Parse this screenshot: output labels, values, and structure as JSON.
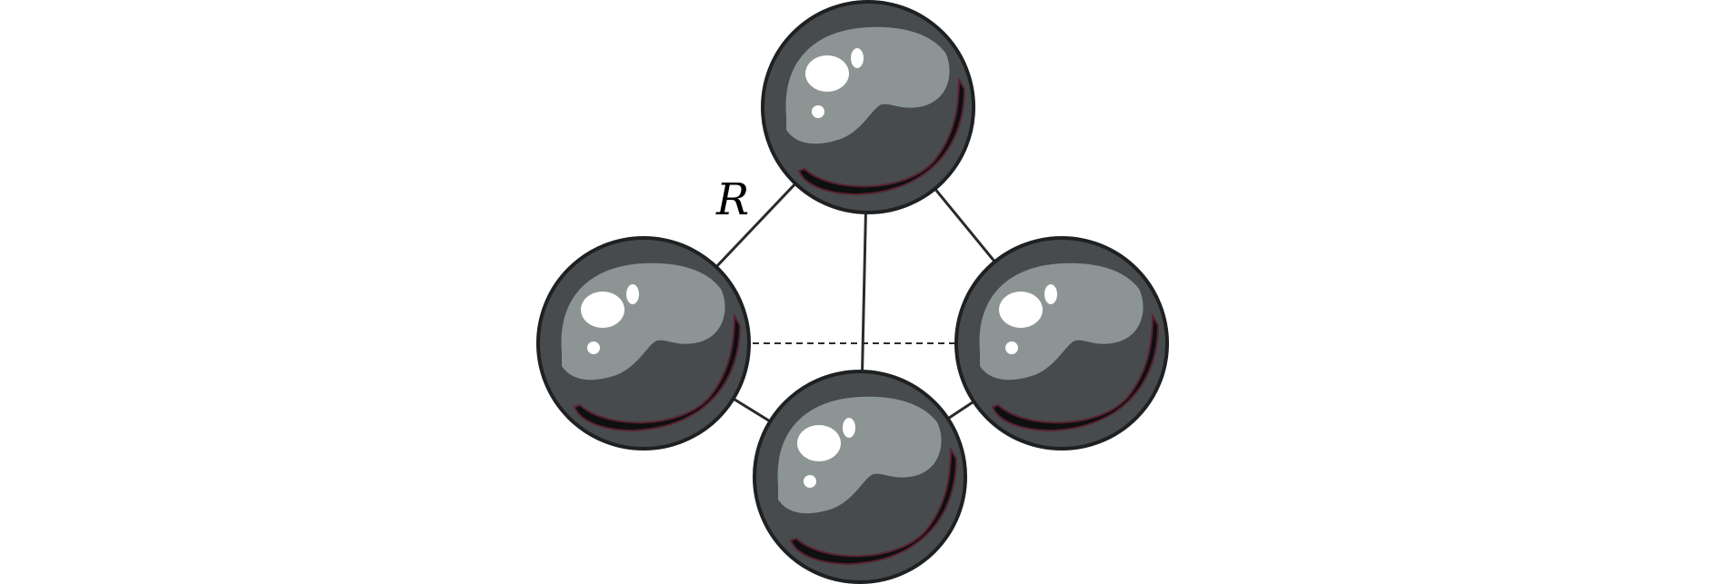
{
  "diagram": {
    "edge_label": "R",
    "colors": {
      "sphere_body": "#474b4d",
      "sphere_outline": "#1f2021",
      "sphere_highlight": "#8c9594",
      "sphere_shadow": "#0e0f10",
      "sphere_shadow_rim": "#5a2230",
      "specular": "#ffffff",
      "bond": "#2a2a2a",
      "background": "#ffffff"
    },
    "spheres": [
      {
        "name": "top"
      },
      {
        "name": "left"
      },
      {
        "name": "right"
      },
      {
        "name": "bottom"
      }
    ],
    "bonds": [
      {
        "from": "top",
        "to": "left",
        "style": "solid"
      },
      {
        "from": "top",
        "to": "right",
        "style": "solid"
      },
      {
        "from": "top",
        "to": "bottom",
        "style": "solid"
      },
      {
        "from": "left",
        "to": "bottom",
        "style": "solid"
      },
      {
        "from": "right",
        "to": "bottom",
        "style": "solid"
      },
      {
        "from": "left",
        "to": "right",
        "style": "dashed"
      }
    ]
  }
}
